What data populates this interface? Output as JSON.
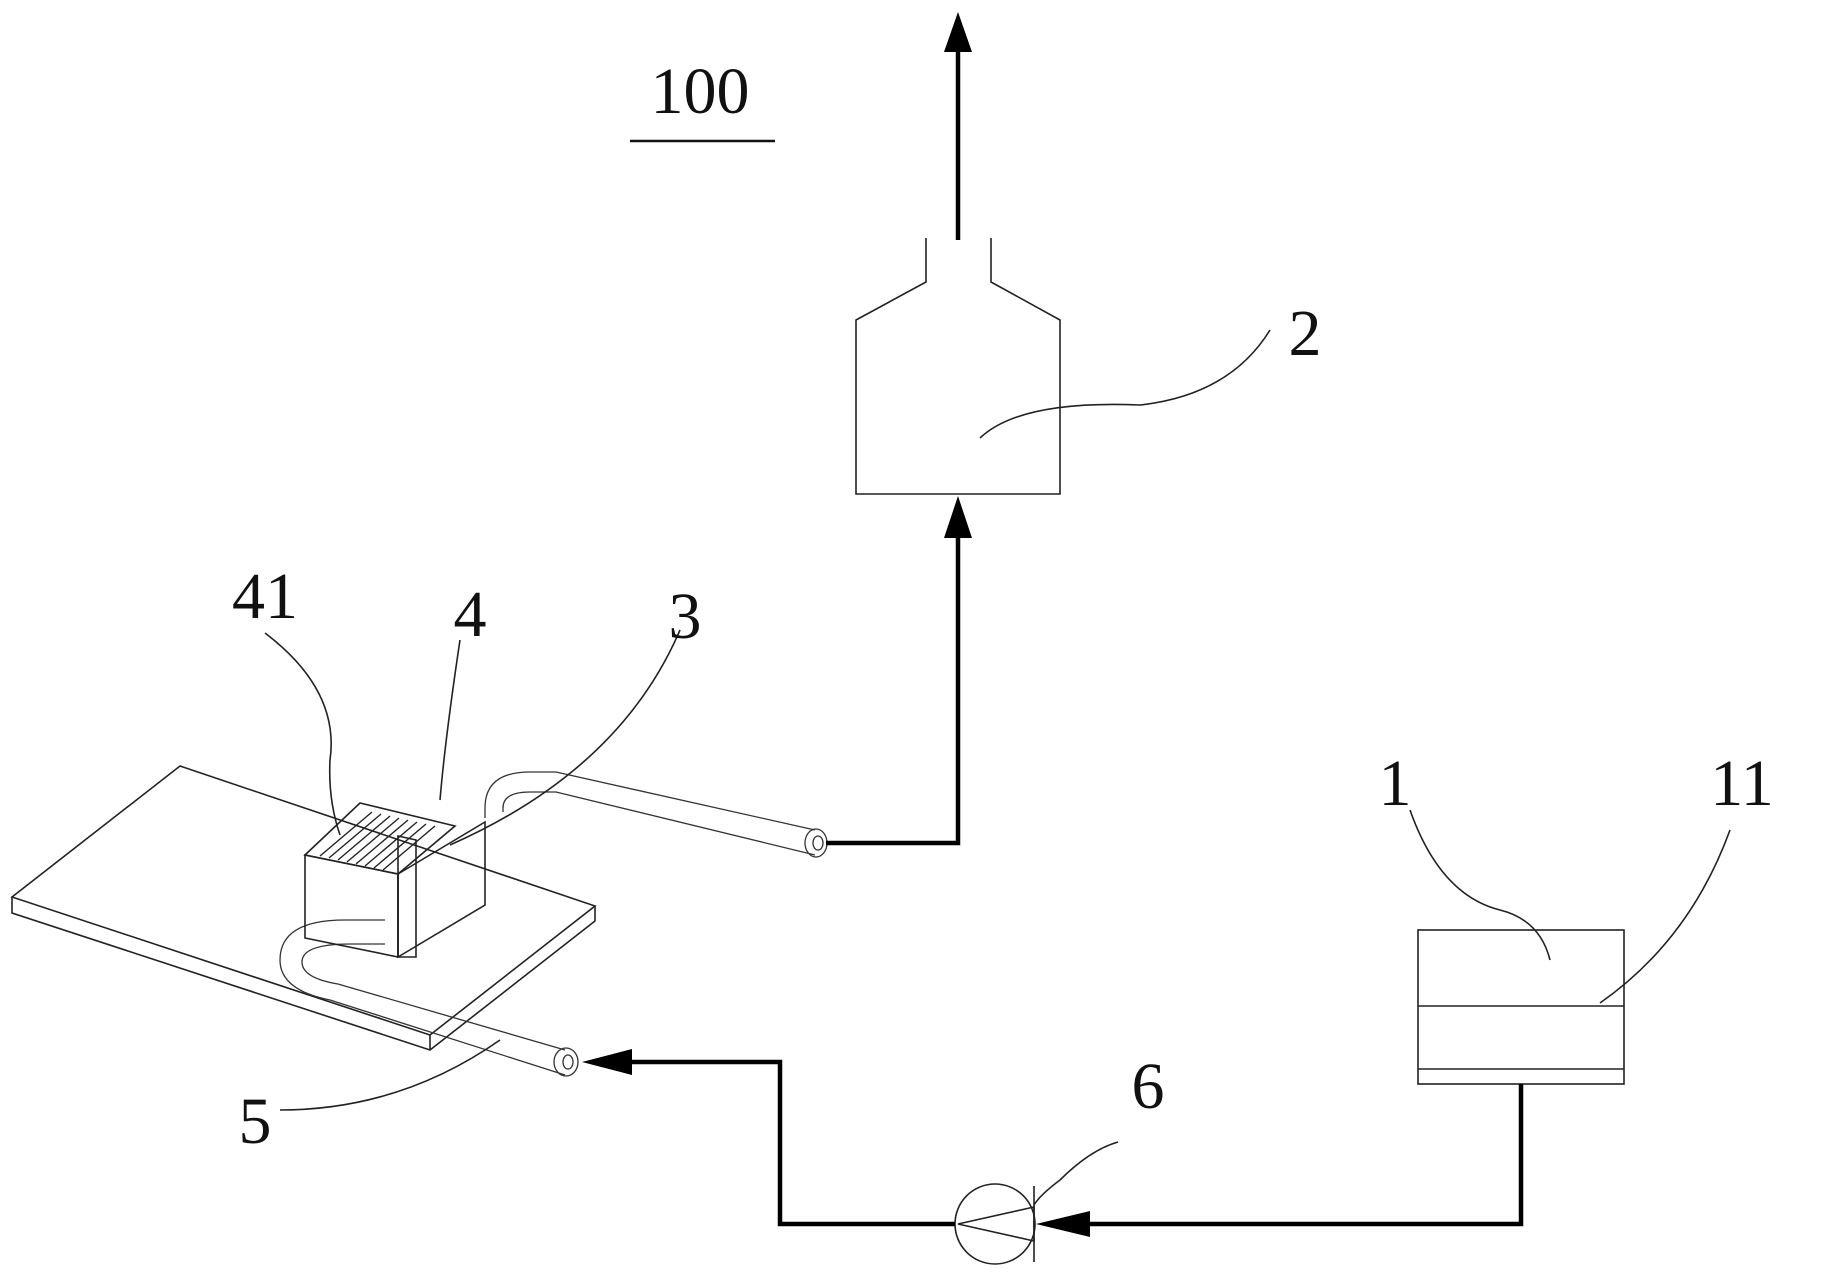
{
  "figure": {
    "number": "100"
  },
  "labels": {
    "reservoir": "1",
    "reservoir_layer": "11",
    "collector": "2",
    "outlet_tube": "3",
    "evaporator_block": "4",
    "wick_grooves": "41",
    "inlet_tube": "5",
    "pump": "6"
  },
  "colors": {
    "line": "#000000",
    "outline": "#222222",
    "background": "#ffffff"
  }
}
